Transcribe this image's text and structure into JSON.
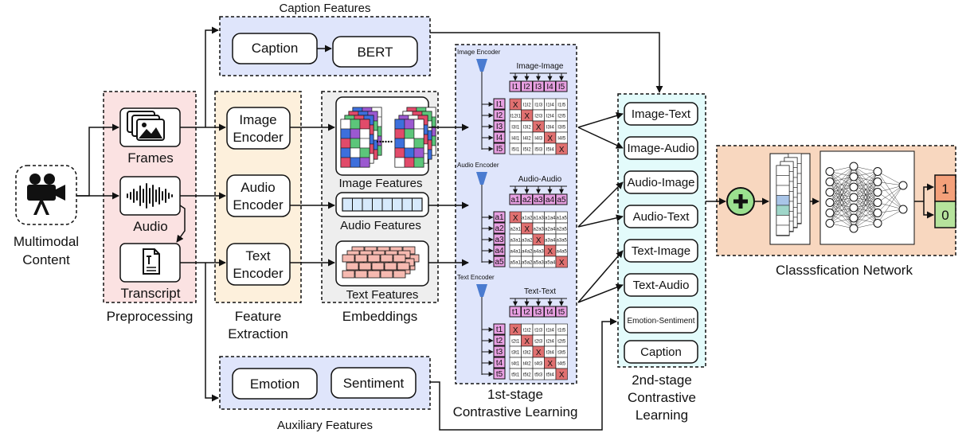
{
  "colors": {
    "accent": "#e06666",
    "ratio_positive": "#93c47d",
    "caption_panel": "#dfe5fb",
    "preprocessing_panel": "#fbe2e2",
    "feature_panel": "#fdf0dc",
    "embedding_panel": "#eeeeee",
    "stage1_panel": "#dfe5fb",
    "stage2_panel": "#e3fbfb",
    "classifier_panel": "#f8d7bf",
    "token_fill": "#e8a0e2",
    "matrix_diag": "#e07070",
    "plus_fill": "#9be08f",
    "encoder_icon": "#4a7bd0"
  },
  "input": {
    "title_line1": "Multimodal",
    "title_line2": "Content",
    "icon": "video-camera-icon"
  },
  "preprocessing": {
    "title": "Preprocessing",
    "items": [
      {
        "label": "Frames",
        "icon": "image-stack-icon"
      },
      {
        "label": "Audio",
        "icon": "waveform-icon"
      },
      {
        "label": "Transcript",
        "icon": "document-icon"
      }
    ]
  },
  "caption_features": {
    "title": "Caption Features",
    "box1": "Caption",
    "box2": "BERT"
  },
  "feature_extraction": {
    "title_line1": "Feature",
    "title_line2": "Extraction",
    "encoders": [
      {
        "line1": "Image",
        "line2": "Encoder"
      },
      {
        "line1": "Audio",
        "line2": "Encoder"
      },
      {
        "line1": "Text",
        "line2": "Encoder"
      }
    ]
  },
  "embeddings": {
    "title": "Embeddings",
    "image_label": "Image Features",
    "audio_label": "Audio Features",
    "text_label": "Text Features"
  },
  "stage1": {
    "title_line1": "1st-stage",
    "title_line2": "Contrastive Learning",
    "sections": [
      {
        "encoder": "Image Encoder",
        "pair": "Image-Image",
        "tokens": [
          "I1",
          "I2",
          "I3",
          "I4",
          "I5"
        ],
        "matrix": [
          [
            "X",
            "I1I2",
            "I1I3",
            "I1I4",
            "I1I5"
          ],
          [
            "I12I1",
            "X",
            "I2I3",
            "I2I4",
            "I2I5"
          ],
          [
            "I3I1",
            "I3I2",
            "X",
            "I3I4",
            "I3I5"
          ],
          [
            "I4I1",
            "I4I2",
            "I4I3",
            "X",
            "I4I5"
          ],
          [
            "I5I1",
            "I5I2",
            "I5I3",
            "I5I4",
            "X"
          ]
        ]
      },
      {
        "encoder": "Audio Encoder",
        "pair": "Audio-Audio",
        "tokens": [
          "a1",
          "a2",
          "a3",
          "a4",
          "a5"
        ],
        "matrix": [
          [
            "X",
            "a1a2",
            "a1a3",
            "a1a4",
            "a1a5"
          ],
          [
            "a2a1",
            "X",
            "a2a3",
            "a2a4",
            "a2a5"
          ],
          [
            "a3a1",
            "a3a2",
            "X",
            "a3a4",
            "a3a5"
          ],
          [
            "a4a1",
            "a4a2",
            "a4a3",
            "X",
            "a4a5"
          ],
          [
            "a5a1",
            "a5a2",
            "a5a3",
            "a5a4",
            "X"
          ]
        ]
      },
      {
        "encoder": "Text Encoder",
        "pair": "Text-Text",
        "tokens": [
          "t1",
          "t2",
          "t3",
          "t4",
          "t5"
        ],
        "matrix": [
          [
            "X",
            "t1t2",
            "t1t3",
            "t1t4",
            "t1t5"
          ],
          [
            "t2t1",
            "X",
            "t2t3",
            "t2t4",
            "t2t5"
          ],
          [
            "t3t1",
            "t3t2",
            "X",
            "t3t4",
            "t3t5"
          ],
          [
            "t4t1",
            "t4t2",
            "t4t3",
            "X",
            "t4t5"
          ],
          [
            "t5t1",
            "t5t2",
            "t5t3",
            "t5t4",
            "X"
          ]
        ]
      }
    ]
  },
  "stage2": {
    "title_line1": "2nd-stage",
    "title_line2": "Contrastive",
    "title_line3": "Learning",
    "items": [
      "Image-Text",
      "Image-Audio",
      "Audio-Image",
      "Audio-Text",
      "Text-Image",
      "Text-Audio",
      "Emotion-Sentiment",
      "Caption"
    ]
  },
  "auxiliary": {
    "title": "Auxiliary Features",
    "box1": "Emotion",
    "box2": "Sentiment"
  },
  "classifier": {
    "title": "Classsfication Network",
    "out1": "1",
    "out0": "0",
    "fusion_icon": "plus-icon"
  }
}
